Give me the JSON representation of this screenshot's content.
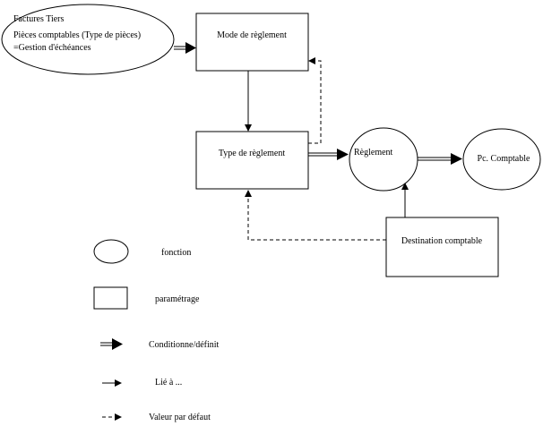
{
  "nodes": {
    "factures": {
      "lines": [
        "Factures Tiers",
        "Pièces comptables (Type de pièces)",
        "=Gestion d'échéances"
      ]
    },
    "mode_reglement": {
      "label": "Mode de règlement"
    },
    "type_reglement": {
      "label": "Type de règlement"
    },
    "reglement": {
      "label": "Règlement"
    },
    "pc_comptable": {
      "label": "Pc. Comptable"
    },
    "destination_comptable": {
      "label": "Destination comptable"
    }
  },
  "legend": {
    "fonction": "fonction",
    "parametrage": "paramétrage",
    "conditionne": "Conditionne/définit",
    "lie": "Lié à ...",
    "defaut": "Valeur par défaut"
  }
}
